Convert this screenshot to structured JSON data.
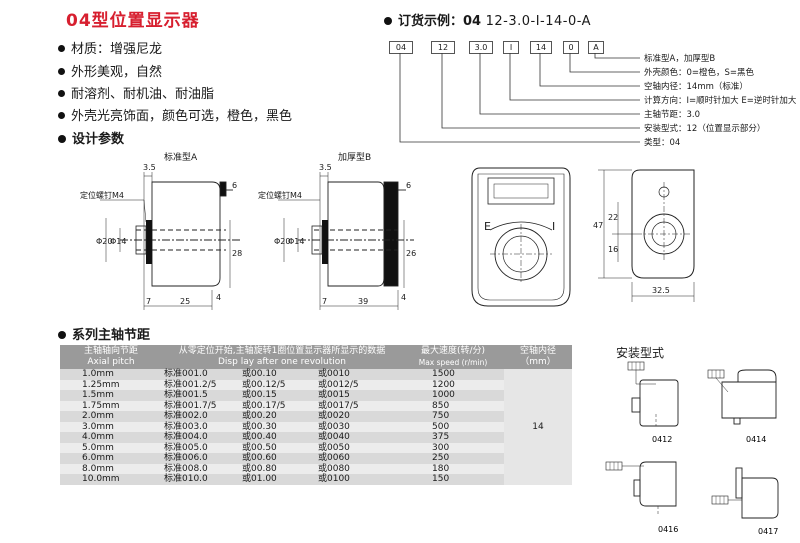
{
  "title": "04型位置显示器",
  "features": [
    "材质：增强尼龙",
    "外形美观，自然",
    "耐溶剂、耐机油、耐油脂",
    "外壳光亮饰面，颜色可选，橙色，黑色"
  ],
  "design_params": "设计参数",
  "order_example": {
    "label": "订货示例：04",
    "code": "12-3.0-I-14-0-A",
    "boxes": [
      "04",
      "12",
      "3.0",
      "I",
      "14",
      "0",
      "A"
    ],
    "legend": [
      "标准型A，加厚型B",
      "外壳颜色：0=橙色，S=黑色",
      "空轴内径：14mm（标准）",
      "计算方向：I=顺时针加大  E=逆时针加大",
      "主轴节距：3.0",
      "安装型式：12（位置显示部分）",
      "类型：04"
    ]
  },
  "drawings": {
    "standard_a": {
      "title": "标准型A",
      "screw": "定位螺钉M4",
      "dims": [
        "3.5",
        "6",
        "Φ20",
        "Φ14",
        "28",
        "4",
        "7",
        "25"
      ]
    },
    "thick_b": {
      "title": "加厚型B",
      "screw": "定位螺钉M4",
      "dims": [
        "3.5",
        "6",
        "Φ20",
        "Φ14",
        "26",
        "4",
        "7",
        "39"
      ]
    },
    "front": {
      "left": "E",
      "right": "I"
    },
    "side": {
      "dims": [
        "47",
        "22",
        "16",
        "32.5"
      ]
    }
  },
  "table": {
    "section_title": "系列主轴节距",
    "headers": {
      "pitch": "主轴轴向节距",
      "pitch_en": "Axial pitch",
      "display": "从零定位开始,主轴旋转1圈位置显示器所显示的数据",
      "display_en": "Disp lay after one revolution",
      "speed": "最大速度(转/分)",
      "speed_en": "Max speed (r/min)",
      "bore": "空轴内径",
      "bore_unit": "（mm）"
    },
    "rows": [
      {
        "pitch": "1.0mm",
        "std": "标准001.0",
        "a": "或00.10",
        "b": "或0010",
        "speed": "1500"
      },
      {
        "pitch": "1.25mm",
        "std": "标准001.2/5",
        "a": "或00.12/5",
        "b": "或0012/5",
        "speed": "1200"
      },
      {
        "pitch": "1.5mm",
        "std": "标准001.5",
        "a": "或00.15",
        "b": "或0015",
        "speed": "1000"
      },
      {
        "pitch": "1.75mm",
        "std": "标准001.7/5",
        "a": "或00.17/5",
        "b": "或0017/5",
        "speed": "850"
      },
      {
        "pitch": "2.0mm",
        "std": "标准002.0",
        "a": "或00.20",
        "b": "或0020",
        "speed": "750"
      },
      {
        "pitch": "3.0mm",
        "std": "标准003.0",
        "a": "或00.30",
        "b": "或0030",
        "speed": "500"
      },
      {
        "pitch": "4.0mm",
        "std": "标准004.0",
        "a": "或00.40",
        "b": "或0040",
        "speed": "375"
      },
      {
        "pitch": "5.0mm",
        "std": "标准005.0",
        "a": "或00.50",
        "b": "或0050",
        "speed": "300"
      },
      {
        "pitch": "6.0mm",
        "std": "标准006.0",
        "a": "或00.60",
        "b": "或0060",
        "speed": "250"
      },
      {
        "pitch": "8.0mm",
        "std": "标准008.0",
        "a": "或00.80",
        "b": "或0080",
        "speed": "180"
      },
      {
        "pitch": "10.0mm",
        "std": "标准010.0",
        "a": "或01.00",
        "b": "或0100",
        "speed": "150"
      }
    ],
    "bore_value": "14"
  },
  "install": {
    "title": "安装型式",
    "types": [
      "0412",
      "0414",
      "0416",
      "0417"
    ]
  }
}
